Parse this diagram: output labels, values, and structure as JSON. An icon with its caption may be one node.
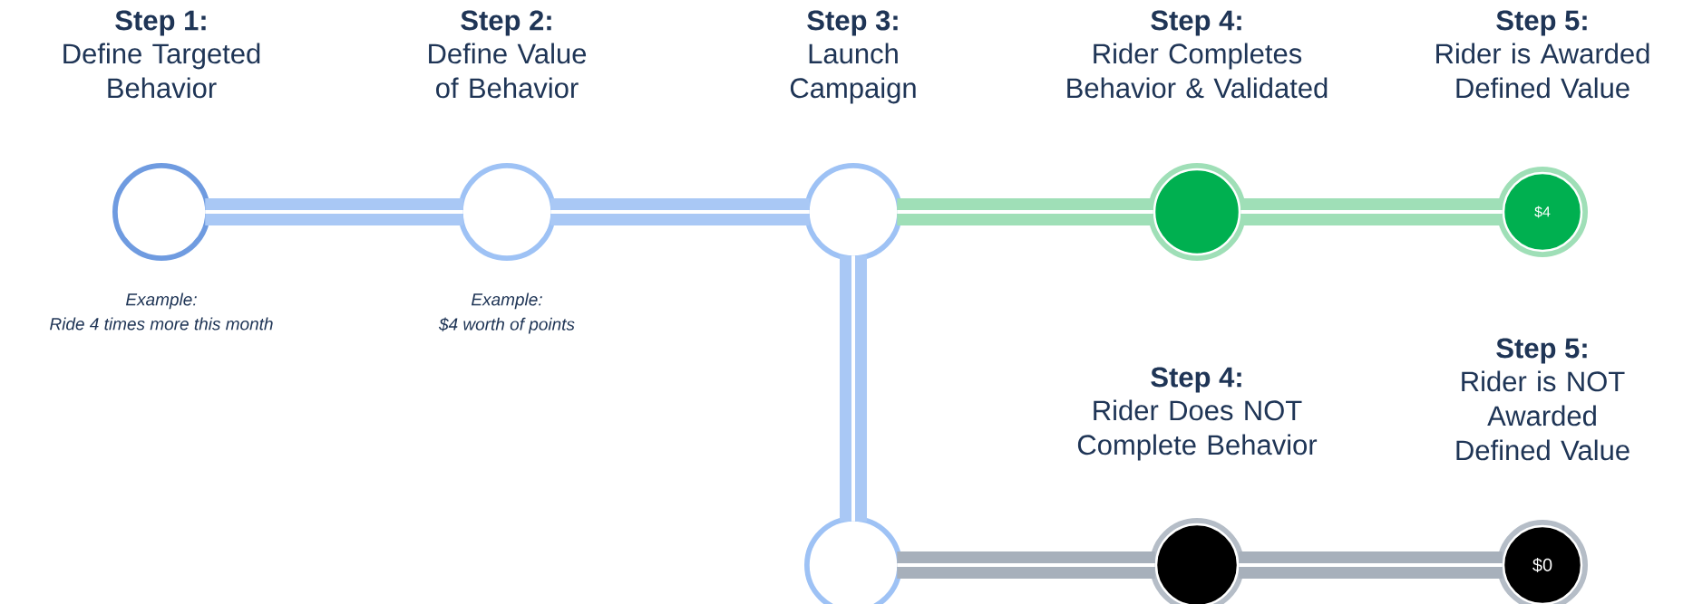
{
  "diagram": {
    "nodes": [
      {
        "text": [
          "Step 1:",
          "Define Targeted Behavior"
        ],
        "beside": [
          "Example:",
          "Ride 4 times more this month"
        ]
      },
      {
        "text": [
          "Step 2:",
          "Define Value of Behavior"
        ],
        "beside": [
          "Example:",
          "$4 worth of points"
        ]
      },
      {
        "text": [
          "Step 3:",
          "Launch Campaign"
        ]
      },
      {
        "text": [
          "Step 4:",
          "Rider Completes Behavior & Validated"
        ]
      },
      {
        "text": [
          "Step 5:",
          "Rider is Awarded Defined Value",
          "$4"
        ]
      },
      {
        "text": [],
        "shape": "circle"
      },
      {
        "text": [
          "Step 4:",
          "Rider Does NOT Complete Behavior"
        ]
      },
      {
        "text": [
          "Step 5:",
          "Rider is NOT Awarded Defined Value",
          "$0"
        ]
      }
    ],
    "edges": [
      {
        "from": 0,
        "to": 1,
        "arrow": "none"
      },
      {
        "from": 1,
        "to": 2,
        "arrow": "none"
      },
      {
        "from": 2,
        "to": 3,
        "arrow": "none",
        "color": "#9fdfb7"
      },
      {
        "from": 3,
        "to": 4,
        "arrow": "none",
        "color": "#9fdfb7"
      },
      {
        "from": 2,
        "to": 5,
        "arrow": "none"
      },
      {
        "from": 5,
        "to": 6,
        "arrow": "none",
        "color": "#a7b0bb"
      },
      {
        "from": 6,
        "to": 7,
        "arrow": "none",
        "color": "#a7b0bb"
      }
    ]
  }
}
